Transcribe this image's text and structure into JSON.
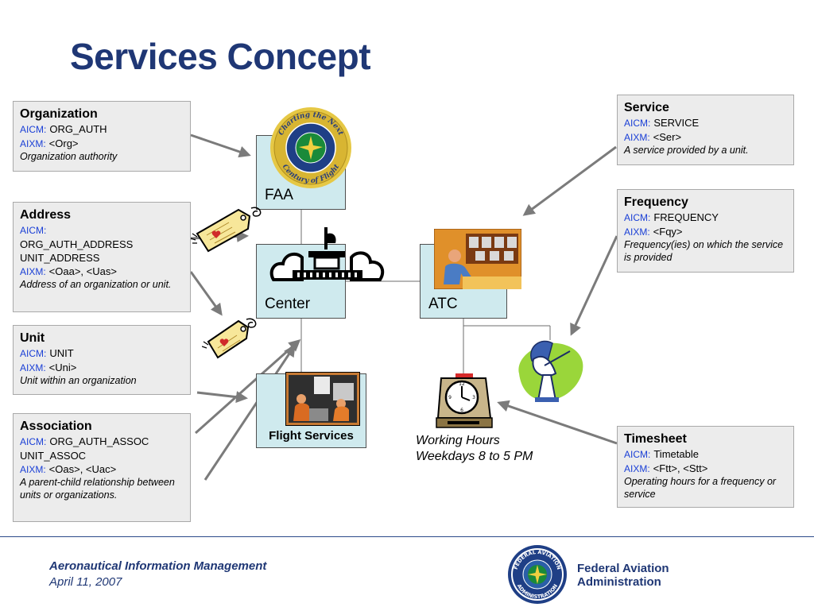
{
  "title": "Services Concept",
  "boxes": {
    "organization": {
      "header": "Organization",
      "aicm_label": "AICM:",
      "aicm_value": "ORG_AUTH",
      "aixm_label": "AIXM:",
      "aixm_value": "<Org>",
      "description": "Organization authority"
    },
    "address": {
      "header": "Address",
      "aicm_label": "AICM:",
      "aicm_value_1": "ORG_AUTH_ADDRESS",
      "aicm_value_2": "UNIT_ADDRESS",
      "aixm_label": "AIXM:",
      "aixm_value": "<Oaa>, <Uas>",
      "description": "Address of an organization or unit."
    },
    "unit": {
      "header": "Unit",
      "aicm_label": "AICM:",
      "aicm_value": "UNIT",
      "aixm_label": "AIXM:",
      "aixm_value": "<Uni>",
      "description": "Unit within an organization"
    },
    "association": {
      "header": "Association",
      "aicm_label": "AICM:",
      "aicm_value_1": "ORG_AUTH_ASSOC",
      "aicm_value_2": "UNIT_ASSOC",
      "aixm_label": "AIXM:",
      "aixm_value": "<Oas>, <Uac>",
      "description": "A parent-child relationship between units or organizations."
    },
    "service": {
      "header": "Service",
      "aicm_label": "AICM:",
      "aicm_value": "SERVICE",
      "aixm_label": "AIXM:",
      "aixm_value": "<Ser>",
      "description": "A service provided by a unit."
    },
    "frequency": {
      "header": "Frequency",
      "aicm_label": "AICM:",
      "aicm_value": "FREQUENCY",
      "aixm_label": "AIXM:",
      "aixm_value": "<Fqy>",
      "description": "Frequency(ies) on which the service is provided"
    },
    "timesheet": {
      "header": "Timesheet",
      "aicm_label": "AICM:",
      "aicm_value": "Timetable",
      "aixm_label": "AIXM:",
      "aixm_value": "<Ftt>, <Stt>",
      "description": "Operating hours for a frequency or service"
    }
  },
  "nodes": {
    "faa": "FAA",
    "center": "Center",
    "atc": "ATC",
    "flight_services": "Flight Services"
  },
  "seal": {
    "top_text": "Charting the Next",
    "bottom_text": "Century of Flight",
    "inner_top": "FEDERAL AVIATION",
    "inner_bottom": "ADMINISTRATION"
  },
  "working_hours": {
    "line1": "Working Hours",
    "line2": "Weekdays 8 to 5 PM"
  },
  "clock_numbers": [
    "12",
    "3",
    "6",
    "9"
  ],
  "footer": {
    "title": "Aeronautical Information Management",
    "date": "April 11, 2007",
    "org_line1": "Federal Aviation",
    "org_line2": "Administration"
  },
  "colors": {
    "title": "#1f3775",
    "aicm_label": "#1a3fd6",
    "node_fill": "#cfeaee",
    "box_fill": "#ececec"
  },
  "icons": [
    "faa-seal-icon",
    "price-tag-icon",
    "control-tower-icon",
    "atc-controller-icon",
    "flight-services-icon",
    "satellite-dish-icon",
    "time-clock-icon",
    "faa-logo-icon"
  ]
}
